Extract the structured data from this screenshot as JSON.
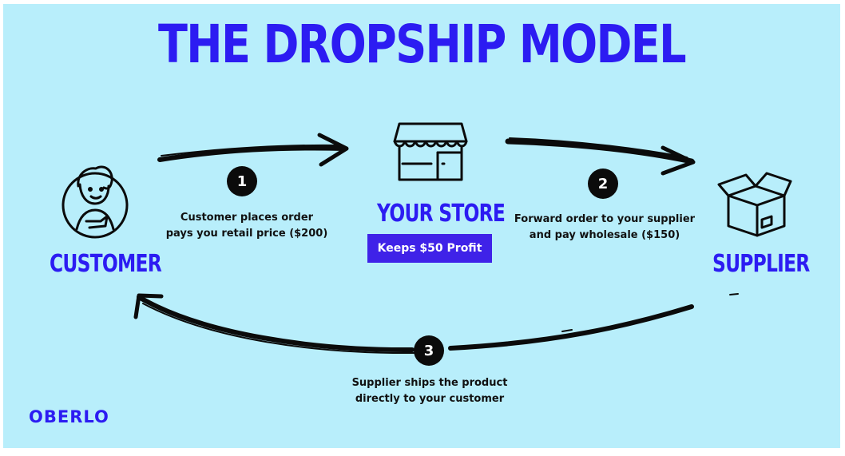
{
  "title": "THE DROPSHIP MODEL",
  "nodes": {
    "customer": "CUSTOMER",
    "store": "YOUR STORE",
    "supplier": "SUPPLIER"
  },
  "store_badge": "Keeps $50 Profit",
  "steps": [
    {
      "number": "1",
      "line1": "Customer places order",
      "line2": "pays you retail price ($200)"
    },
    {
      "number": "2",
      "line1": "Forward order to your supplier",
      "line2": "and pay wholesale ($150)"
    },
    {
      "number": "3",
      "line1": "Supplier ships the product",
      "line2": "directly to your customer"
    }
  ],
  "logo": "OBERLO",
  "icons": [
    "person-icon",
    "storefront-icon",
    "box-icon"
  ],
  "colors": {
    "background": "#b8eefb",
    "accent": "#2c1cf2",
    "badge": "#3f22e8",
    "ink": "#0b0b0b"
  }
}
